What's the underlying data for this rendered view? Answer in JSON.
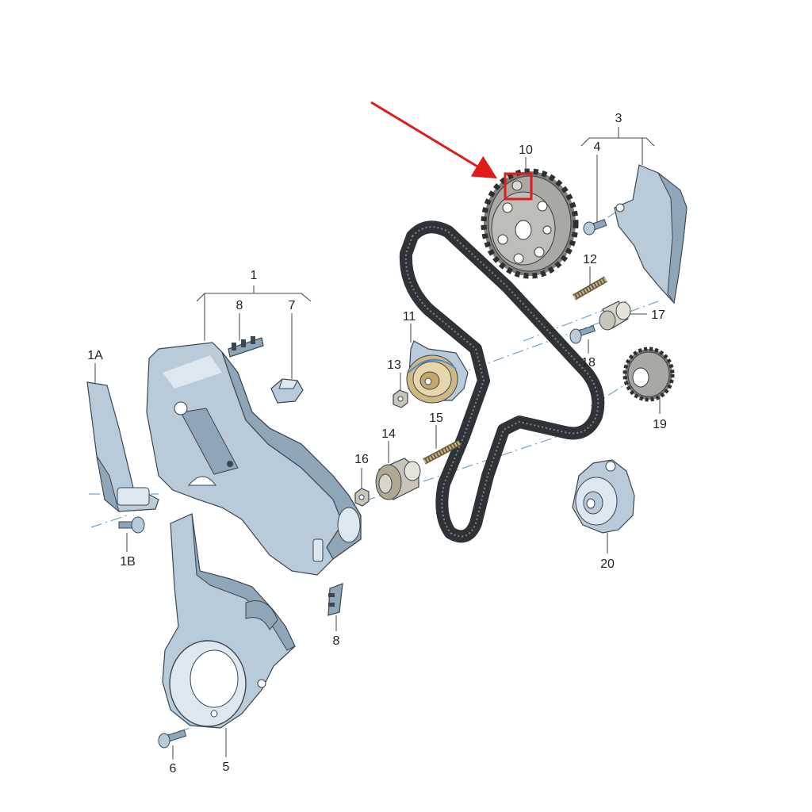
{
  "colors": {
    "part_fill": "#b9cad9",
    "part_shade": "#8fa5b8",
    "part_light": "#dde7ef",
    "belt": "#2f3338",
    "gear": "#9a9a98",
    "metal": "#c8c4b8",
    "highlight": "#e01b1b"
  },
  "callouts": {
    "c1": "1",
    "c1a": "1A",
    "c1b": "1B",
    "c3": "3",
    "c4": "4",
    "c5": "5",
    "c6": "6",
    "c7": "7",
    "c8_top": "8",
    "c8_bottom": "8",
    "c10": "10",
    "c11": "11",
    "c12": "12",
    "c13": "13",
    "c14": "14",
    "c15": "15",
    "c16": "16",
    "c17": "17",
    "c18": "18",
    "c19": "19",
    "c20": "20"
  },
  "icons": {
    "pointer": "arrow-icon",
    "highlight": "highlight-box"
  }
}
